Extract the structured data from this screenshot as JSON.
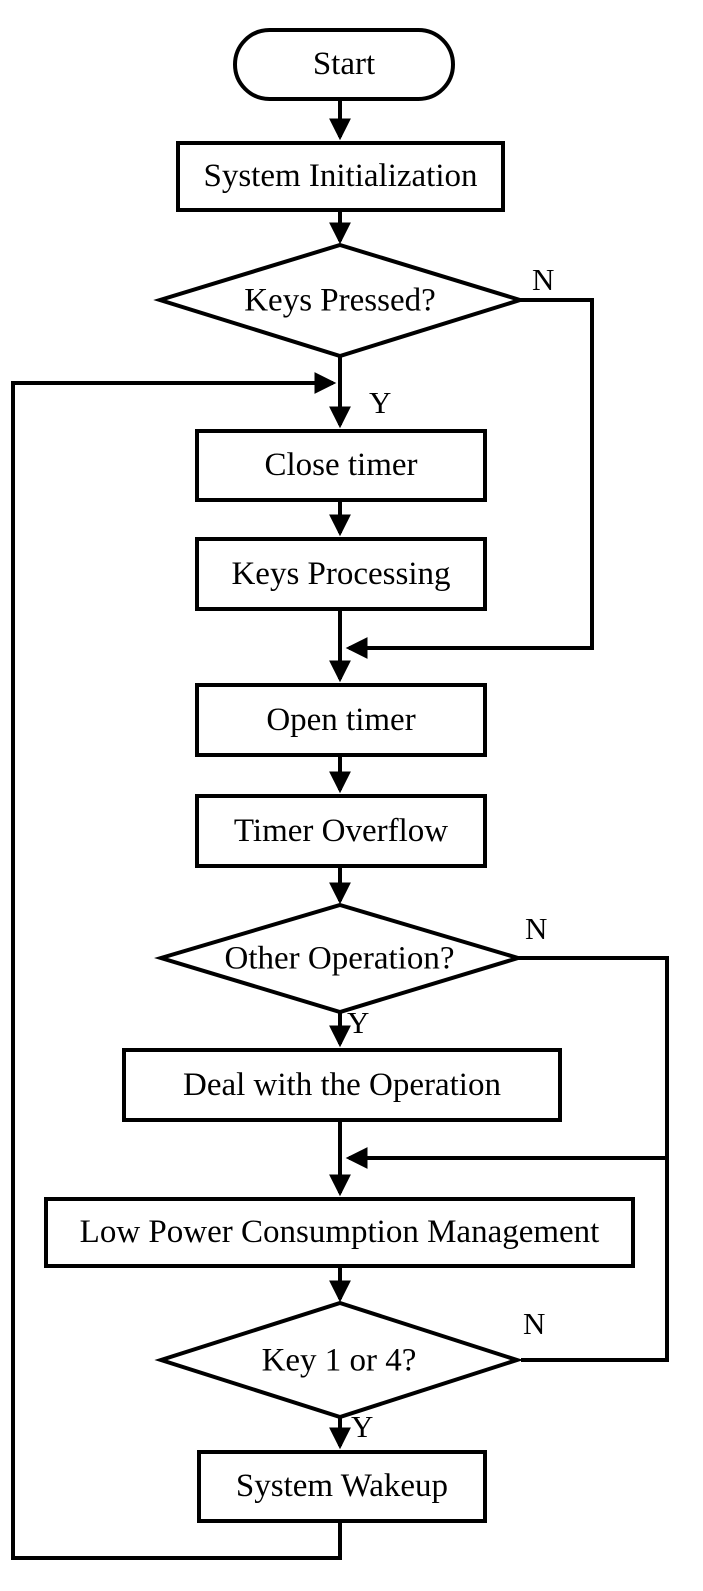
{
  "diagram": {
    "type": "flowchart",
    "background_color": "#ffffff",
    "line_color": "#000000",
    "labels": {
      "yes": "Y",
      "no": "N"
    },
    "nodes": [
      {
        "id": "start",
        "shape": "terminator",
        "label": "Start"
      },
      {
        "id": "system-initialization",
        "shape": "process",
        "label": "System Initialization"
      },
      {
        "id": "keys-pressed",
        "shape": "decision",
        "label": "Keys Pressed?"
      },
      {
        "id": "close-timer",
        "shape": "process",
        "label": "Close timer"
      },
      {
        "id": "keys-processing",
        "shape": "process",
        "label": "Keys Processing"
      },
      {
        "id": "open-timer",
        "shape": "process",
        "label": "Open timer"
      },
      {
        "id": "timer-overflow",
        "shape": "process",
        "label": "Timer Overflow"
      },
      {
        "id": "other-operation",
        "shape": "decision",
        "label": "Other Operation?"
      },
      {
        "id": "deal-with-operation",
        "shape": "process",
        "label": "Deal with the Operation"
      },
      {
        "id": "low-power-management",
        "shape": "process",
        "label": "Low Power Consumption Management"
      },
      {
        "id": "key-1-or-4",
        "shape": "decision",
        "label": "Key 1 or 4?"
      },
      {
        "id": "system-wakeup",
        "shape": "process",
        "label": "System Wakeup"
      }
    ],
    "edges": [
      {
        "from": "start",
        "to": "system-initialization",
        "label": ""
      },
      {
        "from": "system-initialization",
        "to": "keys-pressed",
        "label": ""
      },
      {
        "from": "keys-pressed",
        "to": "close-timer",
        "label": "Y"
      },
      {
        "from": "keys-pressed",
        "to": "open-timer",
        "label": "N"
      },
      {
        "from": "close-timer",
        "to": "keys-processing",
        "label": ""
      },
      {
        "from": "keys-processing",
        "to": "open-timer",
        "label": ""
      },
      {
        "from": "open-timer",
        "to": "timer-overflow",
        "label": ""
      },
      {
        "from": "timer-overflow",
        "to": "other-operation",
        "label": ""
      },
      {
        "from": "other-operation",
        "to": "deal-with-operation",
        "label": "Y"
      },
      {
        "from": "other-operation",
        "to": "low-power-management",
        "label": "N"
      },
      {
        "from": "deal-with-operation",
        "to": "low-power-management",
        "label": ""
      },
      {
        "from": "low-power-management",
        "to": "key-1-or-4",
        "label": ""
      },
      {
        "from": "key-1-or-4",
        "to": "low-power-management",
        "label": "N"
      },
      {
        "from": "key-1-or-4",
        "to": "system-wakeup",
        "label": "Y"
      },
      {
        "from": "system-wakeup",
        "to": "keys-pressed-yes-junction",
        "label": ""
      }
    ]
  }
}
